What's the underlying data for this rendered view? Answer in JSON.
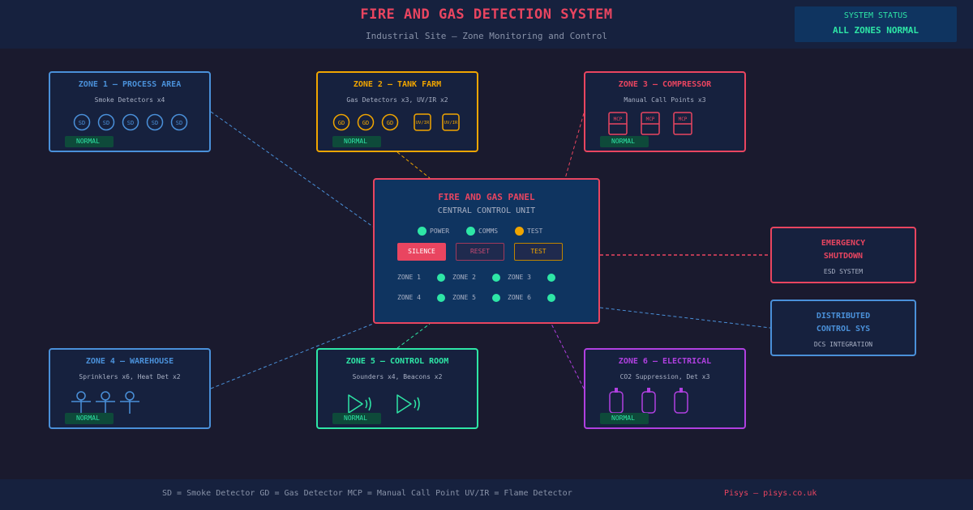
{
  "header": {
    "title": "FIRE AND GAS DETECTION SYSTEM",
    "subtitle": "Industrial Site — Zone Monitoring and Control"
  },
  "system_status": {
    "label": "SYSTEM STATUS",
    "value": "ALL ZONES NORMAL"
  },
  "colors": {
    "background": "#1a1a2e",
    "accent_red": "#e94560",
    "blue": "#4a90d9",
    "amber": "#f0a500",
    "green": "#2ee6a6",
    "purple": "#b040e0"
  },
  "zones": [
    {
      "title": "ZONE 1 — PROCESS AREA",
      "subtitle": "Smoke Detectors x4",
      "status": "NORMAL",
      "device_labels": [
        "SD",
        "SD",
        "SD",
        "SD",
        "SD"
      ]
    },
    {
      "title": "ZONE 2 — TANK FARM",
      "subtitle": "Gas Detectors x3, UV/IR x2",
      "status": "NORMAL",
      "device_labels": [
        "GD",
        "GD",
        "GD",
        "UV/IR",
        "UV/IR"
      ]
    },
    {
      "title": "ZONE 3 — COMPRESSOR",
      "subtitle": "Manual Call Points x3",
      "status": "NORMAL",
      "device_labels": [
        "MCP",
        "MCP",
        "MCP"
      ]
    },
    {
      "title": "ZONE 4 — WAREHOUSE",
      "subtitle": "Sprinklers x6, Heat Det x2",
      "status": "NORMAL"
    },
    {
      "title": "ZONE 5 — CONTROL ROOM",
      "subtitle": "Sounders x4, Beacons x2",
      "status": "NORMAL"
    },
    {
      "title": "ZONE 6 — ELECTRICAL",
      "subtitle": "CO2 Suppression, Det x3",
      "status": "NORMAL"
    }
  ],
  "panel": {
    "title": "FIRE AND GAS PANEL",
    "subtitle": "CENTRAL CONTROL UNIT",
    "indicators": [
      {
        "label": "POWER",
        "color": "#2ee6a6"
      },
      {
        "label": "COMMS",
        "color": "#2ee6a6"
      },
      {
        "label": "TEST",
        "color": "#f0a500"
      }
    ],
    "buttons": {
      "silence": "SILENCE",
      "reset": "RESET",
      "test": "TEST"
    },
    "zone_labels": [
      "ZONE 1",
      "ZONE 2",
      "ZONE 3",
      "ZONE 4",
      "ZONE 5",
      "ZONE 6"
    ]
  },
  "esd": {
    "line1": "EMERGENCY",
    "line2": "SHUTDOWN",
    "sub": "ESD SYSTEM"
  },
  "dcs": {
    "line1": "DISTRIBUTED",
    "line2": "CONTROL SYS",
    "sub": "DCS INTEGRATION"
  },
  "footer": {
    "legend": "SD = Smoke Detector GD = Gas Detector MCP = Manual Call Point UV/IR = Flame Detector",
    "credit": "Pisys — pisys.co.uk"
  }
}
